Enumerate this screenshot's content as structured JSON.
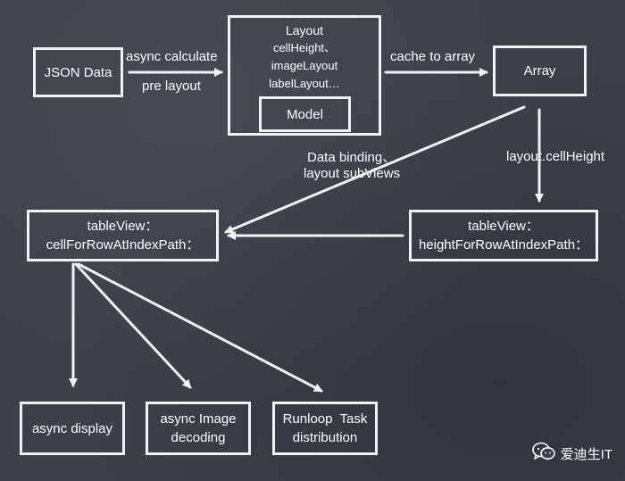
{
  "nodes": {
    "json_data": "JSON Data",
    "layout_box": {
      "lines": [
        "Layout",
        "cellHeight、",
        "imageLayout",
        "labelLayout…"
      ],
      "model": "Model"
    },
    "array": "Array",
    "cell_for_row": [
      "tableView：",
      "cellForRowAtIndexPath："
    ],
    "height_for_row": [
      "tableView：",
      "heightForRowAtIndexPath："
    ],
    "async_display": "async display",
    "async_image": [
      "async Image",
      "decoding"
    ],
    "runloop": [
      "Runloop  Task",
      "distribution"
    ]
  },
  "edge_labels": {
    "async_calculate": "async calculate",
    "pre_layout": "pre layout",
    "cache_to_array": "cache to array",
    "data_binding": "Data binding、",
    "layout_subviews": "layout subViews",
    "layout_cell_height": "layout.cellHeight"
  },
  "watermark": {
    "icon": "wechat-icon",
    "text": "爱迪生IT"
  },
  "colors": {
    "background": "#3b4049",
    "chalk": "#f2f2f2"
  }
}
